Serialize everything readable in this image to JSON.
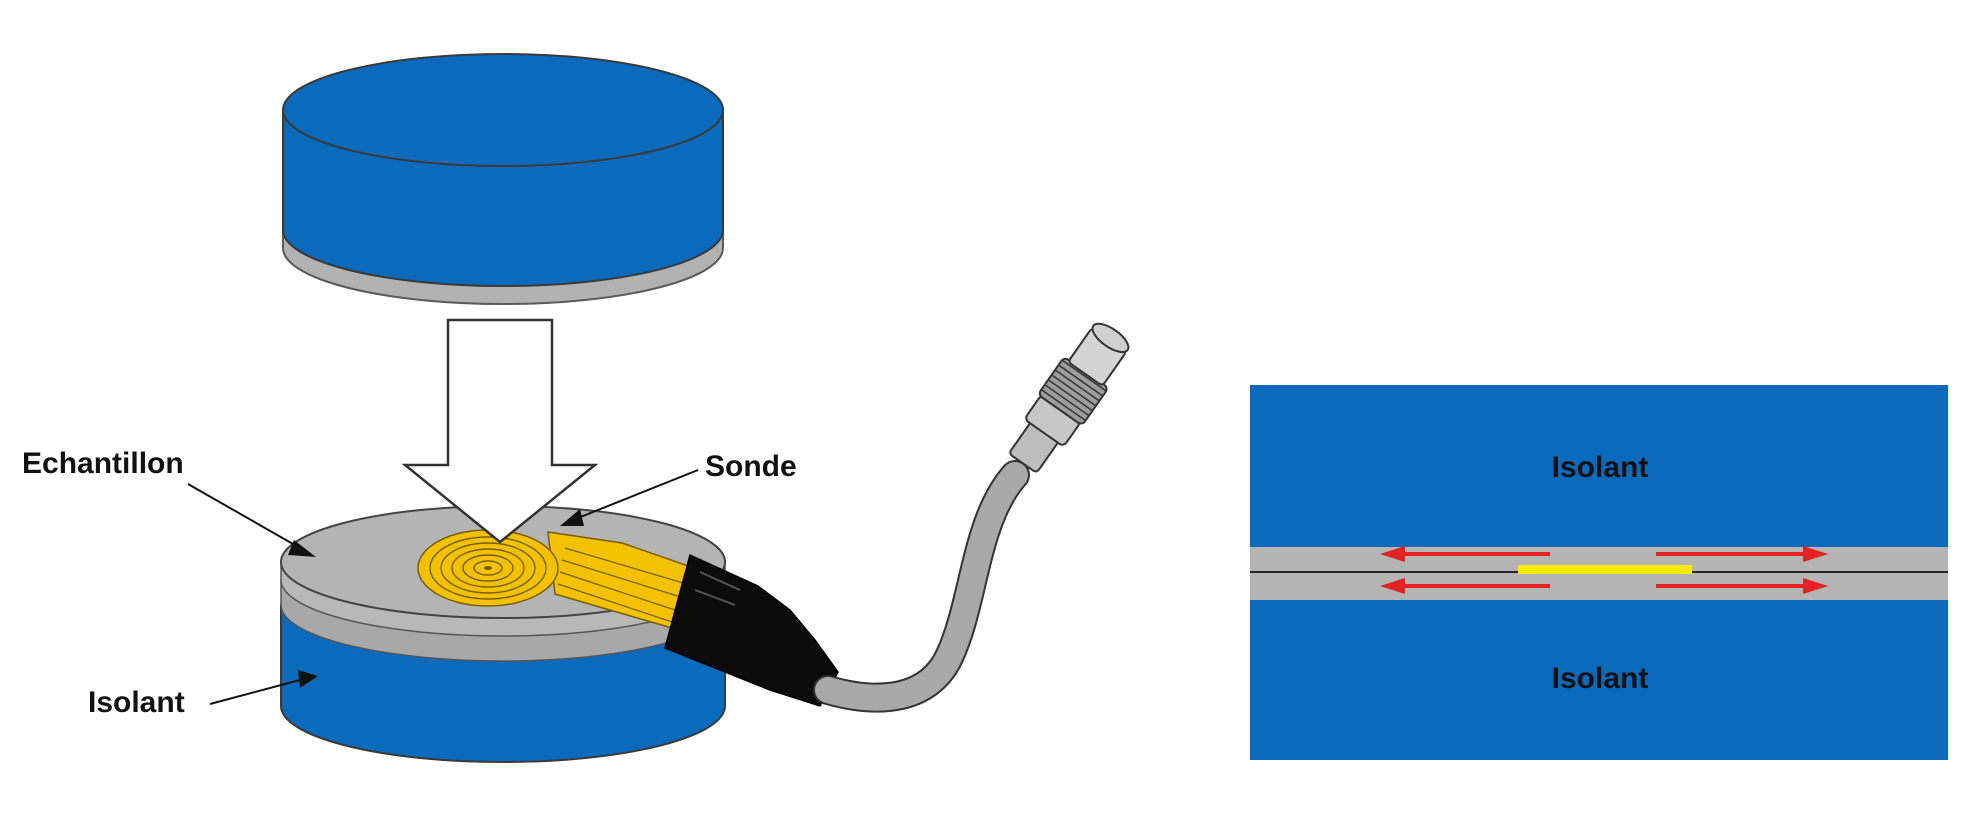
{
  "labels": {
    "echantillon": "Echantillon",
    "sonde": "Sonde",
    "isolant_left": "Isolant",
    "isolant_top": "Isolant",
    "isolant_bottom": "Isolant"
  },
  "colors": {
    "insulator_blue": "#0a6bbd",
    "sample_gray": "#b4b4b4",
    "probe_yellow": "#f2c200",
    "heat_arrow_red": "#e52222",
    "sensor_yellow": "#f5ea00",
    "cable_gray": "#a9a9a9",
    "connector_black": "#0b0b0b"
  },
  "icons": {
    "pressure_arrow": "down-arrow-outline",
    "heat_flow": "red-arrows",
    "leader_arrow": "black-arrowhead"
  }
}
